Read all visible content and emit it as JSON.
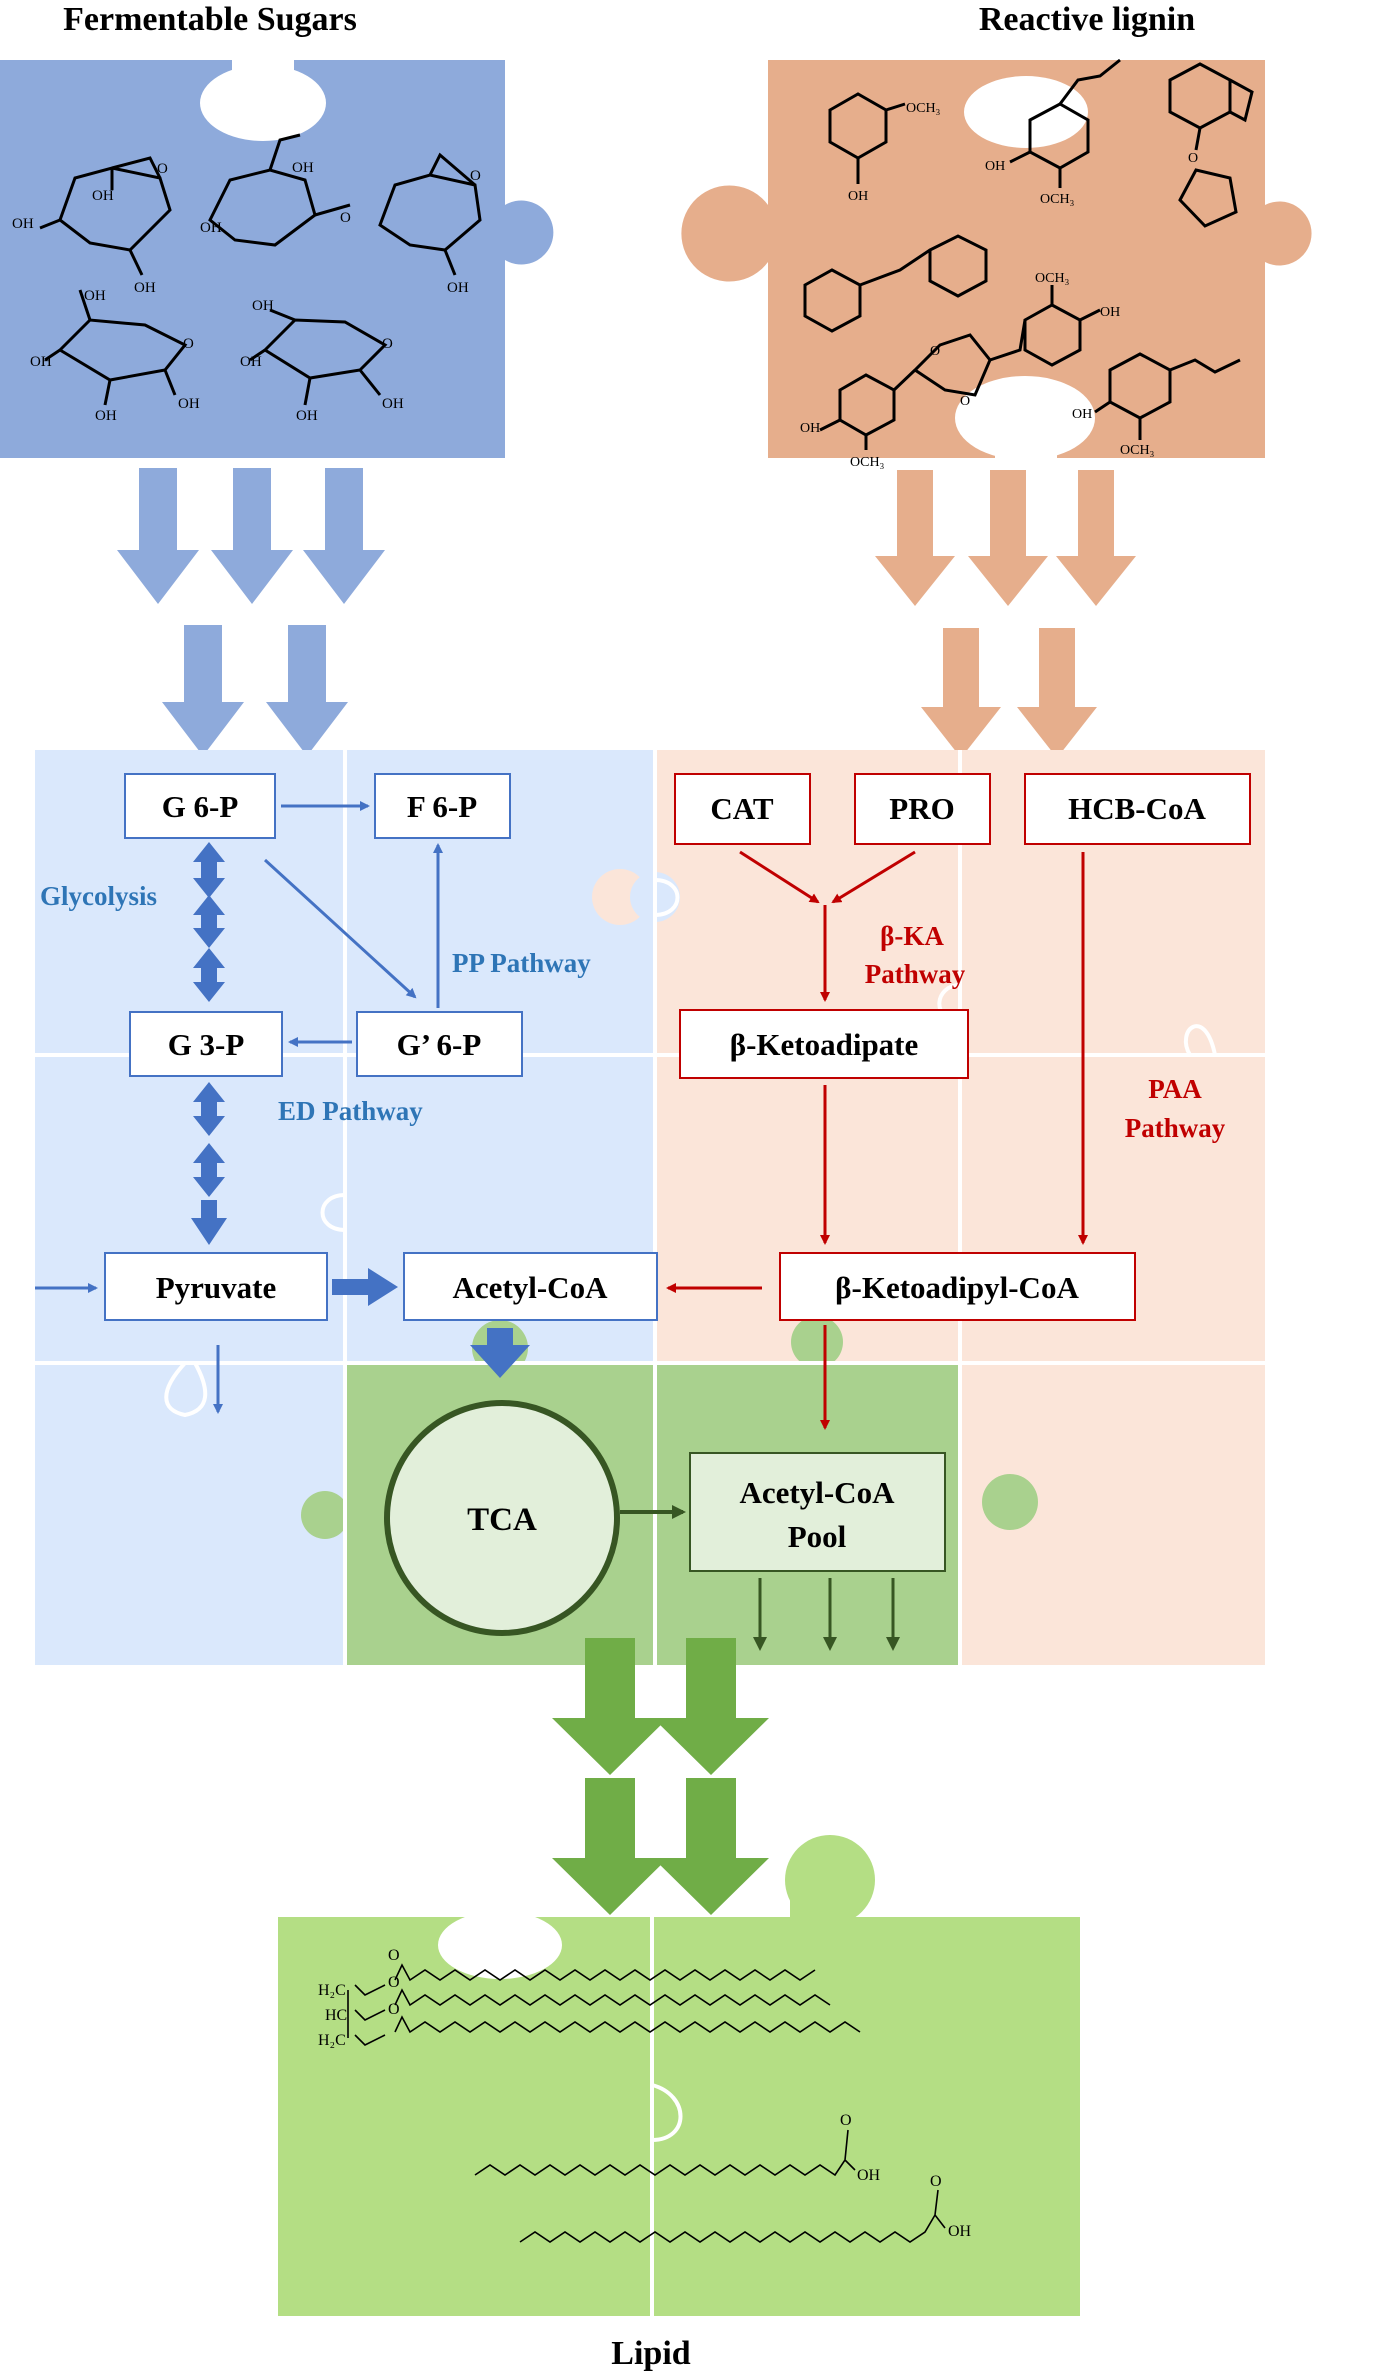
{
  "titles": {
    "sugars": "Fermentable Sugars",
    "lignin": "Reactive lignin",
    "lipid": "Lipid"
  },
  "colors": {
    "sugar_dark": "#8eaadb",
    "sugar_light": "#dae8fc",
    "lignin_dark": "#e6ae8c",
    "lignin_light": "#fbe5d9",
    "green_dark": "#70ad47",
    "green_mid": "#a9d18e",
    "green_tile": "#b4de84",
    "blue_line": "#4472c4",
    "blue_text": "#2e75b6",
    "red_line": "#c00000"
  },
  "sugar_pathway": {
    "boxes": {
      "g6p": "G 6-P",
      "f6p": "F 6-P",
      "g3p": "G 3-P",
      "gp6p": "G’ 6-P",
      "pyruvate": "Pyruvate",
      "acetyl_coa": "Acetyl-CoA"
    },
    "labels": {
      "glycolysis": "Glycolysis",
      "pp": "PP Pathway",
      "ed": "ED Pathway"
    }
  },
  "lignin_pathway": {
    "boxes": {
      "cat": "CAT",
      "pro": "PRO",
      "hcb": "HCB-CoA",
      "ketoadipate": "β-Ketoadipate",
      "ketoadipyl": "β-Ketoadipyl-CoA"
    },
    "labels": {
      "bka_1": "β-KA",
      "bka_2": "Pathway",
      "paa_1": "PAA",
      "paa_2": "Pathway"
    }
  },
  "core": {
    "tca": "TCA",
    "pool_1": "Acetyl-CoA",
    "pool_2": "Pool"
  },
  "chem": {
    "sugar_oh": "OH",
    "sugar_o": "O",
    "lignin_och3": "OCH₃",
    "lignin_oh": "OH",
    "lignin_o": "O",
    "lipid_oh": "OH",
    "lipid_o": "O",
    "lipid_h2c": "H₂C",
    "lipid_hc": "HC"
  }
}
